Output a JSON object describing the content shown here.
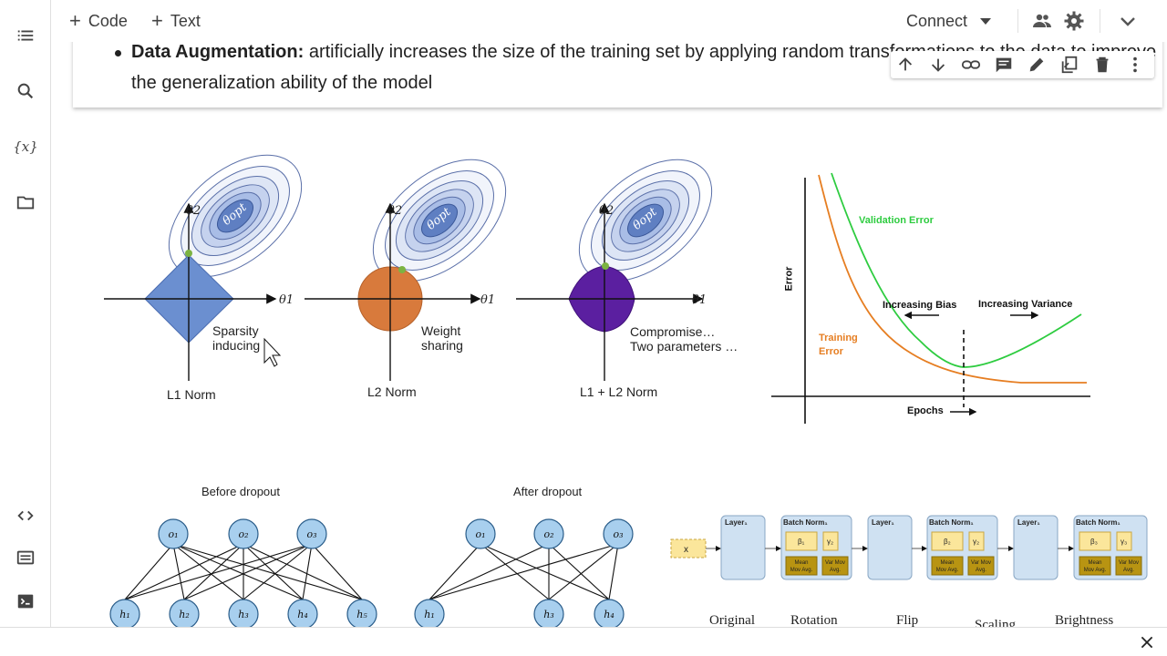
{
  "toolbar": {
    "add_code": "Code",
    "add_text": "Text",
    "connect": "Connect"
  },
  "rail": {
    "variables_glyph": "{x}"
  },
  "cell": {
    "bold": "Data Augmentation:",
    "text": " artificially increases the size of the training set by applying random transformations to the data to improve the generalization ability of the model"
  },
  "norms": {
    "l1": {
      "caption": "L1 Norm",
      "note_line1": "Sparsity",
      "note_line2": "inducing",
      "color": "#6b8fd0"
    },
    "l2": {
      "caption": "L2 Norm",
      "note_line1": "Weight",
      "note_line2": "sharing",
      "color": "#d87a3c"
    },
    "l1l2": {
      "caption": "L1 + L2 Norm",
      "note_line1": "Compromise…",
      "note_line2": "Two parameters …",
      "color": "#5b1fa0"
    },
    "theta1": "θ1",
    "theta2": "θ2",
    "theta_opt": "θopt"
  },
  "error_chart": {
    "ylabel": "Error",
    "xlabel": "Epochs",
    "validation_label": "Validation Error",
    "training_label_line1": "Training",
    "training_label_line2": "Error",
    "bias_label": "Increasing Bias",
    "variance_label": "Increasing Variance",
    "validation_color": "#2ecc40",
    "training_color": "#e67e22"
  },
  "dropout": {
    "before_title": "Before dropout",
    "after_title": "After dropout",
    "outputs": [
      "o1",
      "o2",
      "o3"
    ],
    "hidden": [
      "h1",
      "h2",
      "h3",
      "h4",
      "h5"
    ]
  },
  "batchnorm": {
    "input": "x",
    "layer": "Layer1",
    "bn": "Batch Norm1",
    "beta": "β1",
    "gamma": "γ2",
    "mean": "Mean Mov Avg.",
    "var": "Var Mov Avg."
  },
  "augment_labels": [
    "Original",
    "Rotation",
    "Flip",
    "Scaling",
    "Brightness"
  ]
}
